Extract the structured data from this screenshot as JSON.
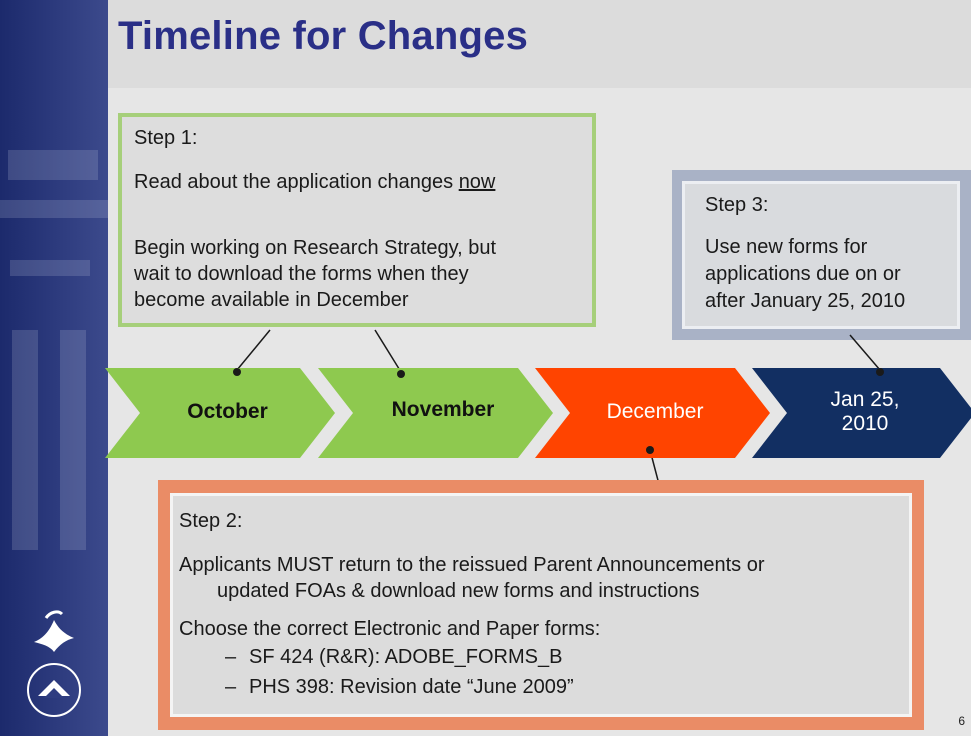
{
  "slide": {
    "title": "Timeline for Changes",
    "number": "6"
  },
  "step1": {
    "heading": "Step 1:",
    "line1_prefix": "Read about the application changes ",
    "line1_emph": "now",
    "body": [
      "Begin working on Research Strategy, but",
      "wait to download the forms when they",
      "become available in December"
    ]
  },
  "step3": {
    "heading": "Step 3:",
    "body": [
      "Use new forms for",
      "applications due on or",
      "after January 25, 2010"
    ]
  },
  "step2": {
    "heading": "Step 2:",
    "p1": [
      "Applicants MUST return to the reissued Parent Announcements or",
      "updated FOAs & download new forms and instructions"
    ],
    "p2": "Choose the correct Electronic and Paper forms:",
    "bullets": [
      "SF 424 (R&R): ADOBE_FORMS_B",
      "PHS 398: Revision date “June 2009”"
    ],
    "bullet_marker": "–"
  },
  "timeline": {
    "months": [
      {
        "label": "October",
        "color": "#8ec94f"
      },
      {
        "label": "November",
        "color": "#8ec94f"
      },
      {
        "label": "December",
        "color": "#ff4400"
      },
      {
        "label_line1": "Jan 25,",
        "label_line2": "2010",
        "color": "#122f62"
      }
    ]
  },
  "colors": {
    "title": "#2a2f87",
    "sidebar": "#1c2a6c",
    "step1_border": "#a6cf7a",
    "step2_frame": "#ea8c66",
    "step3_frame": "#a9b2c6"
  },
  "logos": [
    "hhs-eagle-logo",
    "nih-logo"
  ]
}
